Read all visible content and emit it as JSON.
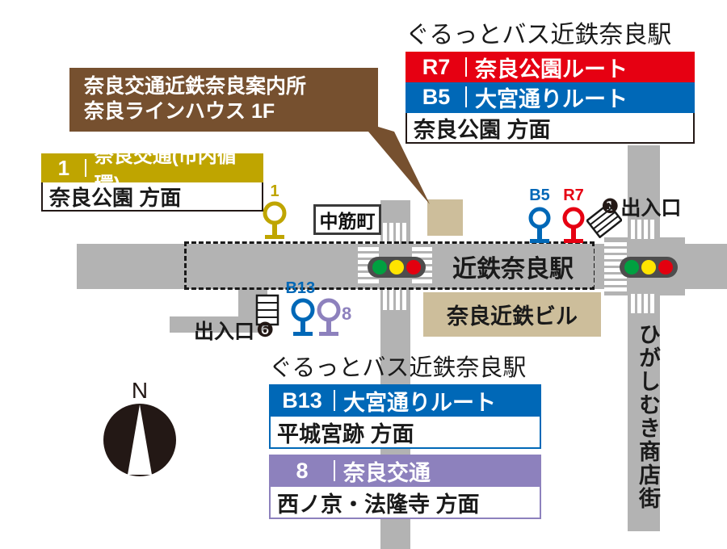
{
  "callout": {
    "line1": "奈良交通近鉄奈良案内所",
    "line2": "奈良ラインハウス 1F",
    "color": "#76502f"
  },
  "legend_top_right": {
    "title": "ぐるっとバス近鉄奈良駅",
    "rows": [
      {
        "code": "R7",
        "name": "奈良公園ルート",
        "color": "#e60012"
      },
      {
        "code": "B5",
        "name": "大宮通りルート",
        "color": "#0068b7"
      }
    ],
    "destination": "奈良公園 方面",
    "border_color": "#0068b7"
  },
  "legend_left": {
    "code": "1",
    "name": "奈良交通(市内循環)",
    "destination": "奈良公園 方面",
    "color": "#bfa500"
  },
  "legend_bottom": {
    "title": "ぐるっとバス近鉄奈良駅",
    "blue": {
      "code": "B13",
      "name": "大宮通りルート",
      "destination": "平城宮跡 方面",
      "color": "#0068b7"
    },
    "purple": {
      "code": "8",
      "name": "奈良交通",
      "destination": "西ノ京・法隆寺 方面",
      "color": "#8d81bd"
    }
  },
  "map": {
    "station_label": "近鉄奈良駅",
    "building_label": "奈良近鉄ビル",
    "nakasujicho_label": "中筋町",
    "shopping_street_label": "ひがしむき商店街",
    "exit_right": {
      "number": "❶",
      "label": "出入口"
    },
    "exit_left": {
      "number": "❻",
      "label": "出入口"
    },
    "bus_stops": [
      {
        "code": "1",
        "color": "#bfa500"
      },
      {
        "code": "B13",
        "color": "#0068b7"
      },
      {
        "code": "8",
        "color": "#8d81bd"
      },
      {
        "code": "B5",
        "color": "#0068b7"
      },
      {
        "code": "R7",
        "color": "#e60012"
      }
    ],
    "compass_label": "N",
    "signal_colors": [
      "#00a040",
      "#ffe400",
      "#e3000f"
    ],
    "road_color": "#b3b3b3",
    "building_color": "#cdbe9b"
  }
}
